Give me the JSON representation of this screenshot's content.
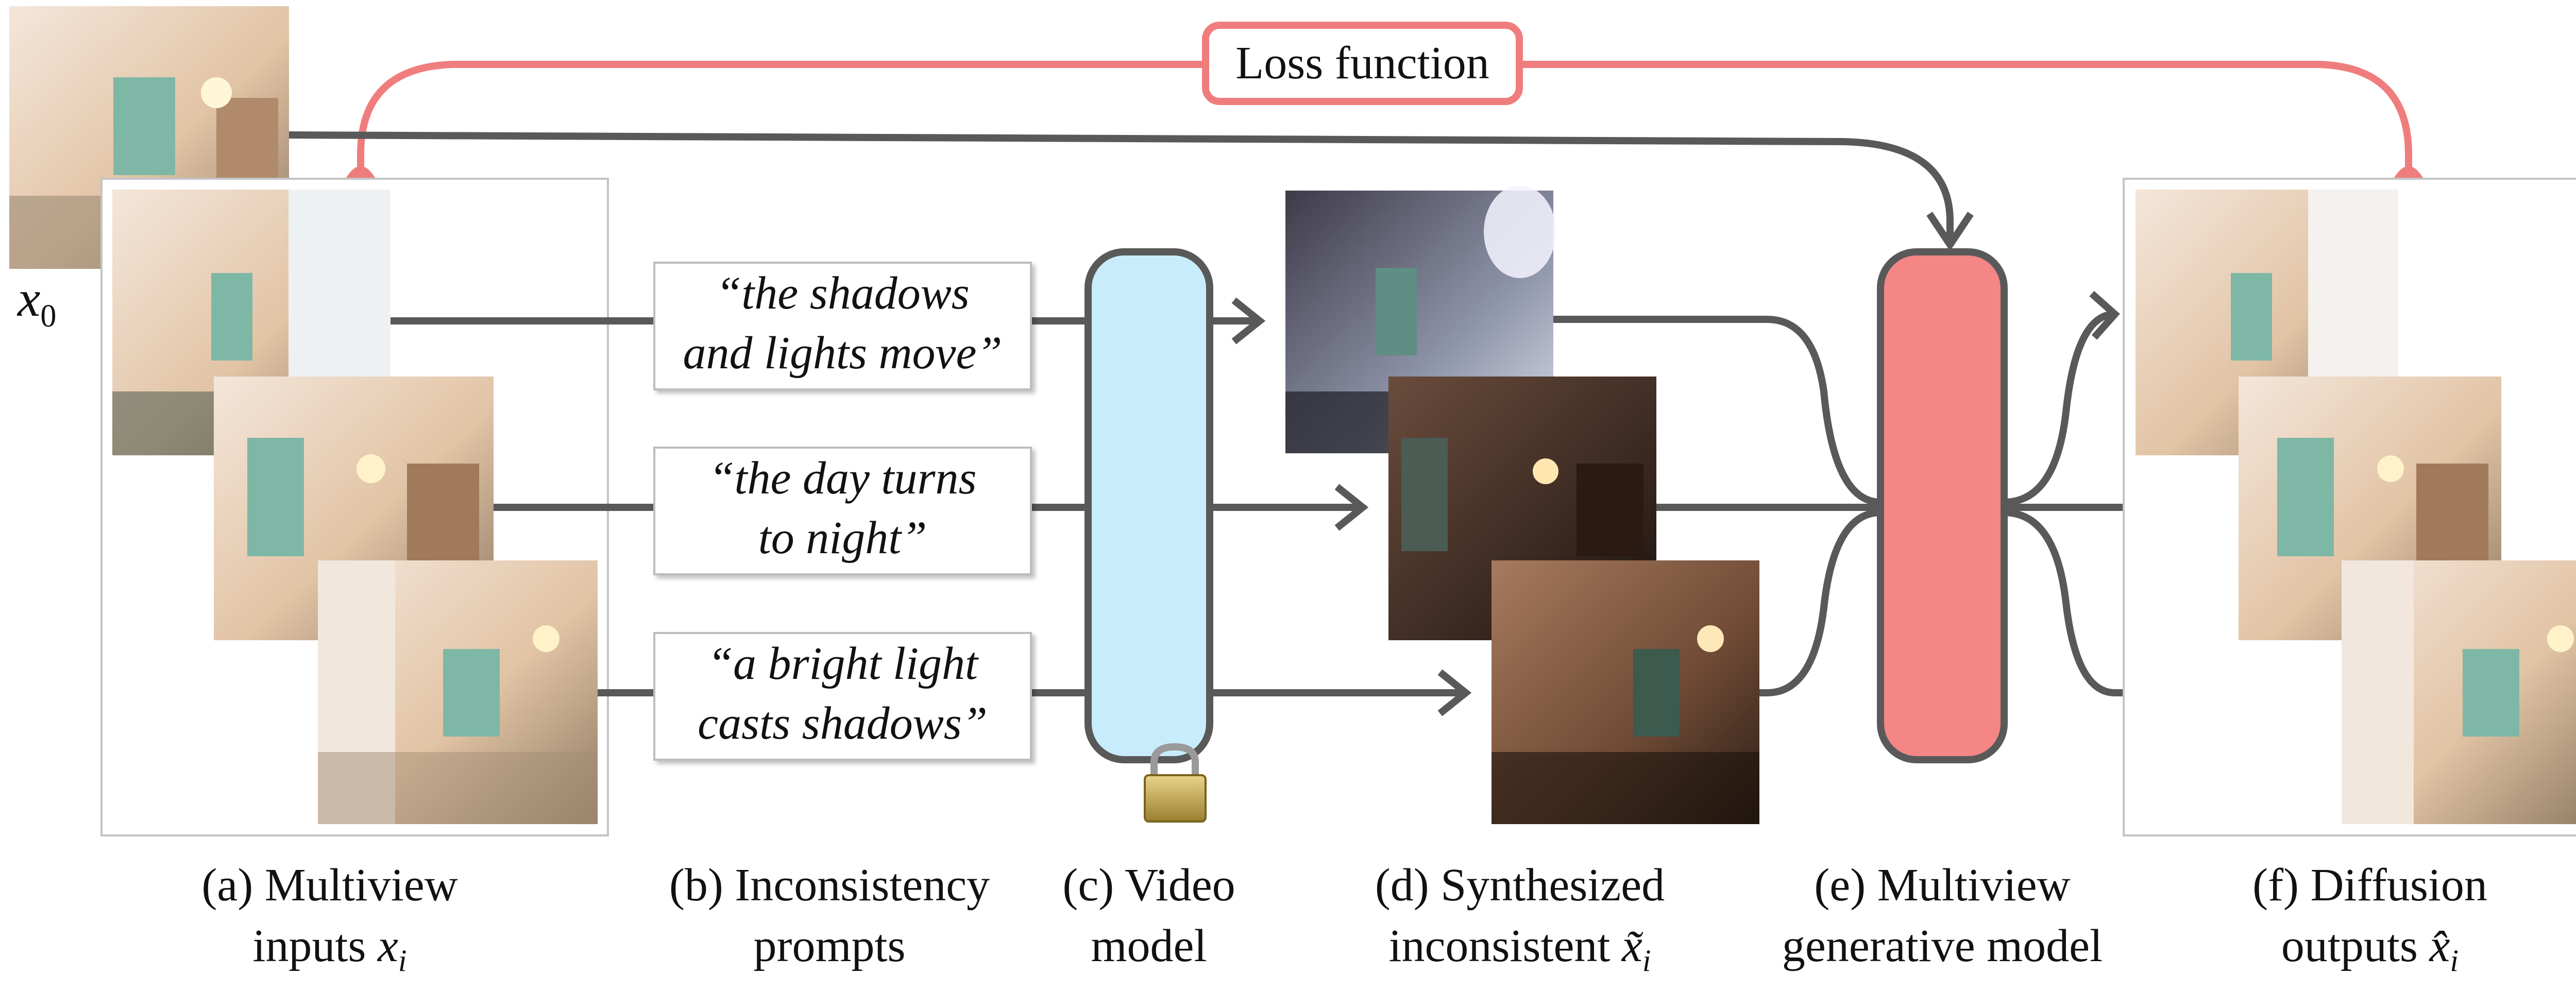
{
  "loss_label": "Loss function",
  "x0_label": "x",
  "x0_sub": "0",
  "prompts": [
    {
      "line1": "“the shadows",
      "line2": "and lights move”"
    },
    {
      "line1": "“the day turns",
      "line2": "to night”"
    },
    {
      "line1": "“a bright light",
      "line2": "casts shadows”"
    }
  ],
  "captions": {
    "a": {
      "line1": "(a) Multiview",
      "line2_text": "inputs ",
      "line2_math": "x",
      "line2_sub": "i"
    },
    "b": {
      "line1": "(b) Inconsistency",
      "line2": "prompts"
    },
    "c": {
      "line1": "(c) Video",
      "line2": "model"
    },
    "d": {
      "line1": "(d) Synthesized",
      "line2_text": "inconsistent ",
      "line2_math": "x̃",
      "line2_sub": "i"
    },
    "e": {
      "line1": "(e) Multiview",
      "line2": "generative model"
    },
    "f": {
      "line1": "(f) Diffusion",
      "line2_text": "outputs ",
      "line2_math": "x̂",
      "line2_sub": "i"
    }
  },
  "colors": {
    "loss": "#f07d7d",
    "video_model": "#c8ecfb",
    "generative_model": "#f48686",
    "arrow": "#595959"
  },
  "icons": [
    "lock-icon"
  ]
}
